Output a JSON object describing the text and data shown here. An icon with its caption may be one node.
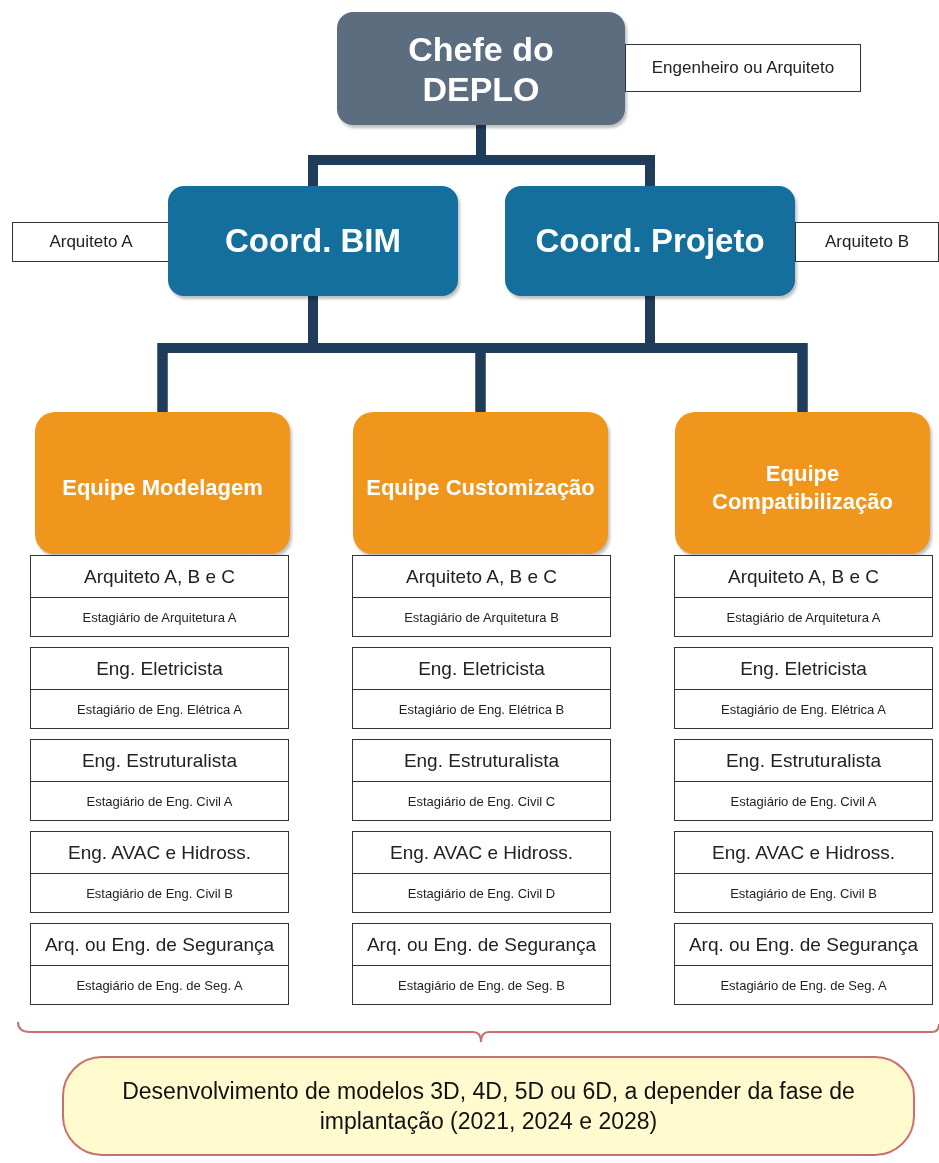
{
  "diagram": {
    "nodes": [
      {
        "text": [
          "Chefe do DEPLO"
        ]
      },
      {
        "text": [
          "Engenheiro ou Arquiteto"
        ]
      },
      {
        "text": [
          "Arquiteto A"
        ]
      },
      {
        "text": [
          "Coord. BIM"
        ]
      },
      {
        "text": [
          "Coord. Projeto"
        ]
      },
      {
        "text": [
          "Arquiteto B"
        ]
      },
      {
        "text": [
          "Equipe Modelagem"
        ]
      },
      {
        "text": [
          "Equipe Customização"
        ]
      },
      {
        "text": [
          "Equipe Compatibilização"
        ]
      },
      {
        "text": [
          "Arquiteto A, B e C",
          "Estagiário de Arquitetura A"
        ]
      },
      {
        "text": [
          "Arquiteto A, B e C",
          "Estagiário de Arquitetura B"
        ]
      },
      {
        "text": [
          "Arquiteto A, B e C",
          "Estagiário de Arquitetura A"
        ]
      },
      {
        "text": [
          "Eng. Eletricista",
          "Estagiário de Eng. Elétrica A"
        ]
      },
      {
        "text": [
          "Eng. Eletricista",
          "Estagiário de Eng. Elétrica B"
        ]
      },
      {
        "text": [
          "Eng. Eletricista",
          "Estagiário de Eng. Elétrica A"
        ]
      },
      {
        "text": [
          "Eng. Estruturalista",
          "Estagiário de Eng. Civil A"
        ]
      },
      {
        "text": [
          "Eng. Estruturalista",
          "Estagiário de Eng. Civil C"
        ]
      },
      {
        "text": [
          "Eng. Estruturalista",
          "Estagiário de Eng. Civil A"
        ]
      },
      {
        "text": [
          "Eng. AVAC e Hidross.",
          "Estagiário de Eng. Civil B"
        ]
      },
      {
        "text": [
          "Eng. AVAC e Hidross.",
          "Estagiário de Eng. Civil D"
        ]
      },
      {
        "text": [
          "Eng. AVAC e Hidross.",
          "Estagiário de Eng. Civil B"
        ]
      },
      {
        "text": [
          "Arq. ou Eng. de Segurança",
          "Estagiário de Eng. de Seg. A"
        ]
      },
      {
        "text": [
          "Arq. ou Eng. de Segurança",
          "Estagiário de Eng. de Seg. B"
        ]
      },
      {
        "text": [
          "Arq. ou Eng. de Segurança",
          "Estagiário de Eng. de Seg. A"
        ]
      },
      {
        "text": [
          "Desenvolvimento de modelos 3D, 4D, 5D ou 6D, a depender da fase de implantação (2021, 2024 e 2028)"
        ]
      }
    ],
    "edges": [
      {
        "from": 0,
        "to": 3,
        "arrow": "none"
      },
      {
        "from": 0,
        "to": 4,
        "arrow": "none"
      },
      {
        "from": 3,
        "to": 6,
        "arrow": "none"
      },
      {
        "from": 3,
        "to": 7,
        "arrow": "none"
      },
      {
        "from": 3,
        "to": 8,
        "arrow": "none"
      },
      {
        "from": 4,
        "to": 6,
        "arrow": "none"
      },
      {
        "from": 4,
        "to": 7,
        "arrow": "none"
      },
      {
        "from": 4,
        "to": 8,
        "arrow": "none"
      }
    ]
  }
}
